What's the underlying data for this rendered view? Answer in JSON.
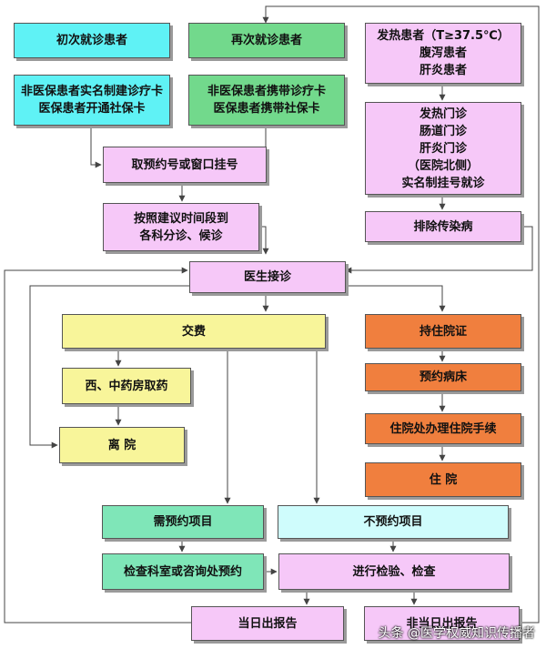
{
  "nodes": {
    "first_visit": "初次就诊患者",
    "revisit": "再次就诊患者",
    "first_card": "非医保患者实名制建诊疗卡\n医保患者开通社保卡",
    "revisit_card": "非医保患者携带诊疗卡\n医保患者携带社保卡",
    "register": "取预约号或窗口挂号",
    "wait": "按照建议时间段到\n各科分诊、候诊",
    "doctor": "医生接诊",
    "pay": "交费",
    "pharmacy": "西、中药房取药",
    "leave": "离  院",
    "need_appt": "需预约项目",
    "no_appt": "不预约项目",
    "appt_desk": "检查科室或咨询处预约",
    "exam": "进行检验、检查",
    "same_day": "当日出报告",
    "not_same_day": "非当日出报告",
    "fever": "发热患者（T≥37.5℃）\n腹泻患者\n肝炎患者",
    "fever_clinic": "发热门诊\n肠道门诊\n肝炎门诊\n（医院北侧）\n实名制挂号就诊",
    "exclude": "排除传染病",
    "admission_cert": "持住院证",
    "bed": "预约病床",
    "admission_proc": "住院处办理住院手续",
    "hospitalized": "住  院"
  },
  "watermark": "头条 @医学权威知识传播者"
}
